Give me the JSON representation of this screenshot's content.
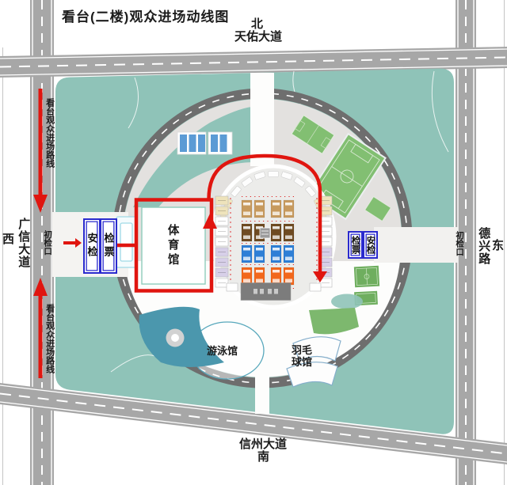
{
  "title": "看台(二楼)观众进场动线图",
  "compass": {
    "north": "北",
    "south": "南",
    "east": "东",
    "west": "西"
  },
  "roads": {
    "north": "天佑大道",
    "south": "信州大道",
    "east": "德兴路",
    "west": "广信大道"
  },
  "route": {
    "upper_label": "看台观众进场路线",
    "lower_label": "看台观众进场路线"
  },
  "checkpoints": {
    "west": {
      "gate": "初检口",
      "security": "安检",
      "ticket": "检票"
    },
    "east": {
      "gate": "初检口",
      "security": "安检",
      "ticket": "检票"
    }
  },
  "venues": {
    "gymnasium": "体育馆",
    "swimming_pool": "游泳馆",
    "badminton_hall": "羽毛球馆"
  },
  "colors": {
    "teal": "#8fc3b8",
    "road": "#a7a7a7",
    "ring": "#6e6e6e",
    "plaza": "#e3e1df",
    "red": "#e0150f",
    "blue": "#2a2ace",
    "pool": "#4b97ad",
    "field": "#82bf72",
    "fielddark": "#6fae5f",
    "court": "#5b9bd5",
    "tan": "#c79a5e",
    "brown": "#6f4b22",
    "seatblue": "#2e7fd6",
    "orange": "#f2671c",
    "stage": "#7c7c7c",
    "cream": "#eee3bb",
    "lav": "#d7cfe8",
    "cyan": "#9fd9e6",
    "gymborder": "#8fccbc"
  }
}
